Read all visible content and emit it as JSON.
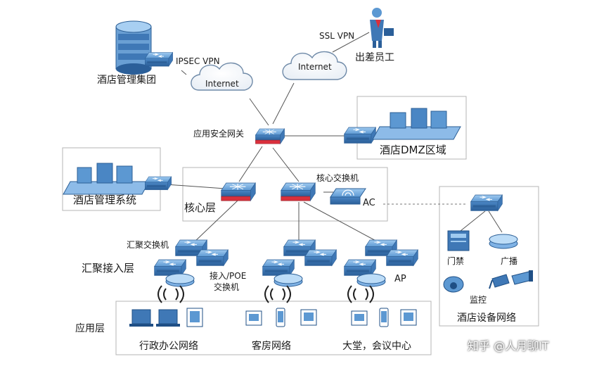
{
  "nodes": {
    "hotel_group": "酒店管理集团",
    "ipsec_vpn": "IPSEC VPN",
    "internet_left": "Internet",
    "internet_right": "Internet",
    "ssl_vpn": "SSL VPN",
    "traveling_staff": "出差员工",
    "security_gateway": "应用安全网关",
    "dmz_zone": "酒店DMZ区域",
    "hotel_mgmt_system": "酒店管理系统",
    "core_layer": "核心层",
    "core_switch": "核心交换机",
    "ac": "AC",
    "aggregation_switch": "汇聚交换机",
    "aggregation_access_layer": "汇聚接入层",
    "access_poe_switch_line1": "接入/POE",
    "access_poe_switch_line2": "交换机",
    "ap": "AP",
    "application_layer": "应用层",
    "admin_office_network": "行政办公网络",
    "guest_room_network": "客房网络",
    "lobby_meeting": "大堂，会议中心",
    "access_control": "门禁",
    "broadcast": "广播",
    "monitoring": "监控",
    "hotel_device_network": "酒店设备网络"
  },
  "watermark": "知乎 @人月聊IT",
  "colors": {
    "device_blue": "#6aa6dc",
    "device_dark": "#2f6fae",
    "core_red": "#d9303c",
    "line_gray": "#555555",
    "box_gray": "#b5b5b5"
  }
}
